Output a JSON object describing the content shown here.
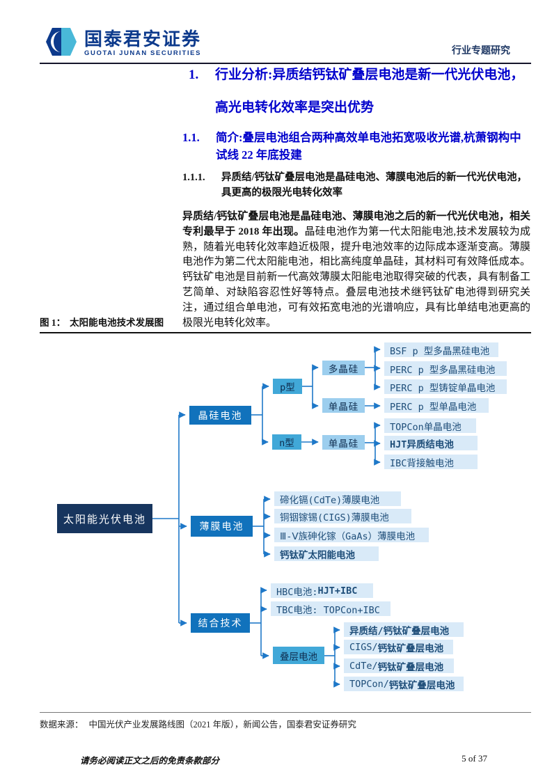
{
  "header": {
    "brand_cn": "国泰君安证券",
    "brand_en": "GUOTAI JUNAN SECURITIES",
    "doc_type": "行业专题研究"
  },
  "headings": {
    "h1_num": "1.",
    "h1_text": "行业分析:异质结钙钛矿叠层电池是新一代光伏电池， 高光电转化效率是突出优势",
    "h2_num": "1.1.",
    "h2_text": "简介:叠层电池组合两种高效单电池拓宽吸收光谱,杭萧钢构中试线 22 年底投建",
    "h3_num": "1.1.1.",
    "h3_text": "异质结/钙钛矿叠层电池是晶硅电池、薄膜电池后的新一代光伏电池，具更高的极限光电转化效率"
  },
  "paragraph": {
    "bold_lead": "异质结/钙钛矿叠层电池是晶硅电池、薄膜电池之后的新一代光伏电池，相关专利最早于 2018 年出现。",
    "body": "晶硅电池作为第一代太阳能电池,技术发展较为成熟，随着光电转化效率趋近极限，提升电池效率的边际成本逐渐变高。薄膜电池作为第二代太阳能电池，相比高纯度单晶硅，其材料可有效降低成本。钙钛矿电池是目前新一代高效薄膜太阳能电池取得突破的代表，具有制备工艺简单、对缺陷容忍性好等特点。叠层电池技术继钙钛矿电池得到研究关注，通过组合单电池，可有效拓宽电池的光谱响应，具有比单结电池更高的极限光电转化效率。"
  },
  "figure": {
    "label": "图 1：",
    "title": "太阳能电池技术发展图",
    "source_label": "数据来源：",
    "source_text": "中国光伏产业发展路线图（2021 年版），新闻公告，国泰君安证券研究",
    "nodes": {
      "root": "太阳能光伏电池",
      "crystal": "晶硅电池",
      "thinfilm": "薄膜电池",
      "combine": "结合技术",
      "ptype": "p型",
      "ntype": "n型",
      "poly": "多晶硅",
      "mono_p": "单晶硅",
      "mono_n": "单晶硅",
      "tandem": "叠层电池"
    },
    "leaves": {
      "bsf": "BSF p 型多晶黑硅电池",
      "perc_poly": "PERC p 型多晶黑硅电池",
      "perc_cast": "PERC p 型铸锭单晶电池",
      "perc_mono": "PERC p 型单晶电池",
      "topcon": "TOPCon单晶电池",
      "hjt": "HJT异质结电池",
      "ibc": "IBC背接触电池",
      "cdte": "碲化镉(CdTe)薄膜电池",
      "cigs": "铜铟镓锡(CIGS)薄膜电池",
      "gaas": "Ⅲ-Ⅴ族砷化镓（GaAs）薄膜电池",
      "perovskite": "钙钛矿太阳能电池",
      "hbc_pre": "HBC电池: ",
      "hbc_bold": "HJT+IBC",
      "tbc": "TBC电池: TOPCon+IBC",
      "hjt_tandem": "异质结/钙钛矿叠层电池",
      "cigs_pre": "CIGS/",
      "cigs_bold": "钙钛矿叠层电池",
      "cdte_pre": "CdTe/",
      "cdte_bold": "钙钛矿叠层电池",
      "topcon_pre": "TOPCon/",
      "topcon_bold": "钙钛矿叠层电池"
    }
  },
  "footer": {
    "disclaimer": "请务必阅读正文之后的免责条款部分",
    "page": "5 of 37"
  },
  "colors": {
    "heading_blue": "#0000CC",
    "brand_navy": "#0d3a8c",
    "box_dark_navy": "#17355E",
    "box_blue": "#1172BC",
    "box_cyan": "#41A8D8",
    "box_light_blue": "#9CCEEE",
    "box_pale_blue": "#D9EAF8",
    "line_blue": "#1E78C8"
  }
}
